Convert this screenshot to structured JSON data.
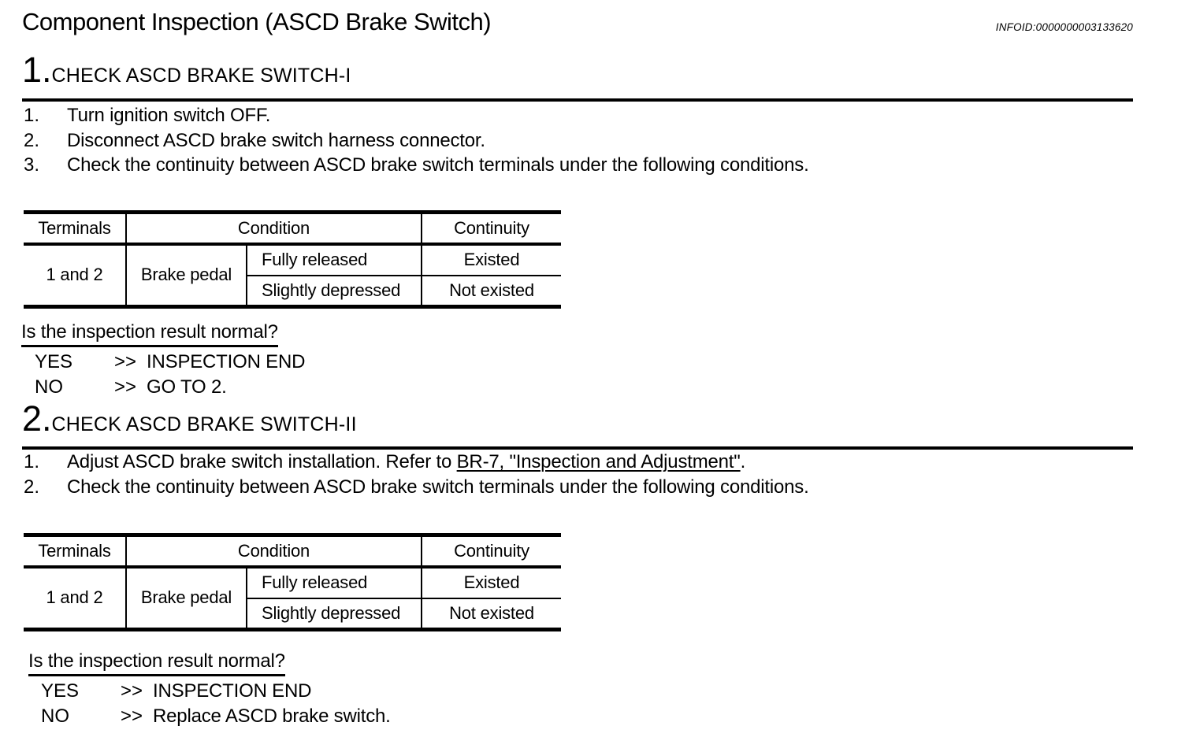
{
  "document": {
    "title": "Component Inspection (ASCD Brake Switch)",
    "infoid": "INFOID:0000000003133620"
  },
  "sections": [
    {
      "number": "1.",
      "heading": "CHECK ASCD BRAKE SWITCH-I",
      "steps": [
        {
          "num": "1.",
          "text": "Turn ignition switch OFF."
        },
        {
          "num": "2.",
          "text": "Disconnect ASCD brake switch harness connector."
        },
        {
          "num": "3.",
          "text": "Check the continuity between ASCD brake switch terminals under the following conditions."
        }
      ],
      "table": {
        "col_terminals": "Terminals",
        "col_condition": "Condition",
        "col_continuity": "Continuity",
        "terminals": "1 and 2",
        "condition_main": "Brake pedal",
        "rows": [
          {
            "condition": "Fully released",
            "continuity": "Existed"
          },
          {
            "condition": "Slightly depressed",
            "continuity": "Not existed"
          }
        ]
      },
      "question": "Is the inspection result normal?",
      "results": [
        {
          "label": "YES",
          "arrow": ">>",
          "action": "INSPECTION END"
        },
        {
          "label": "NO",
          "arrow": ">>",
          "action": "GO TO 2."
        }
      ]
    },
    {
      "number": "2.",
      "heading": "CHECK ASCD BRAKE SWITCH-II",
      "steps": [
        {
          "num": "1.",
          "text_before": "Adjust ASCD brake switch installation. Refer to ",
          "link": "BR-7, \"Inspection and Adjustment\"",
          "text_after": "."
        },
        {
          "num": "2.",
          "text": "Check the continuity between ASCD brake switch terminals under the following conditions."
        }
      ],
      "table": {
        "col_terminals": "Terminals",
        "col_condition": "Condition",
        "col_continuity": "Continuity",
        "terminals": "1 and 2",
        "condition_main": "Brake pedal",
        "rows": [
          {
            "condition": "Fully released",
            "continuity": "Existed"
          },
          {
            "condition": "Slightly depressed",
            "continuity": "Not existed"
          }
        ]
      },
      "question": "Is the inspection result normal?",
      "results": [
        {
          "label": "YES",
          "arrow": ">>",
          "action": "INSPECTION END"
        },
        {
          "label": "NO",
          "arrow": ">>",
          "action": "Replace ASCD brake switch."
        }
      ]
    }
  ]
}
